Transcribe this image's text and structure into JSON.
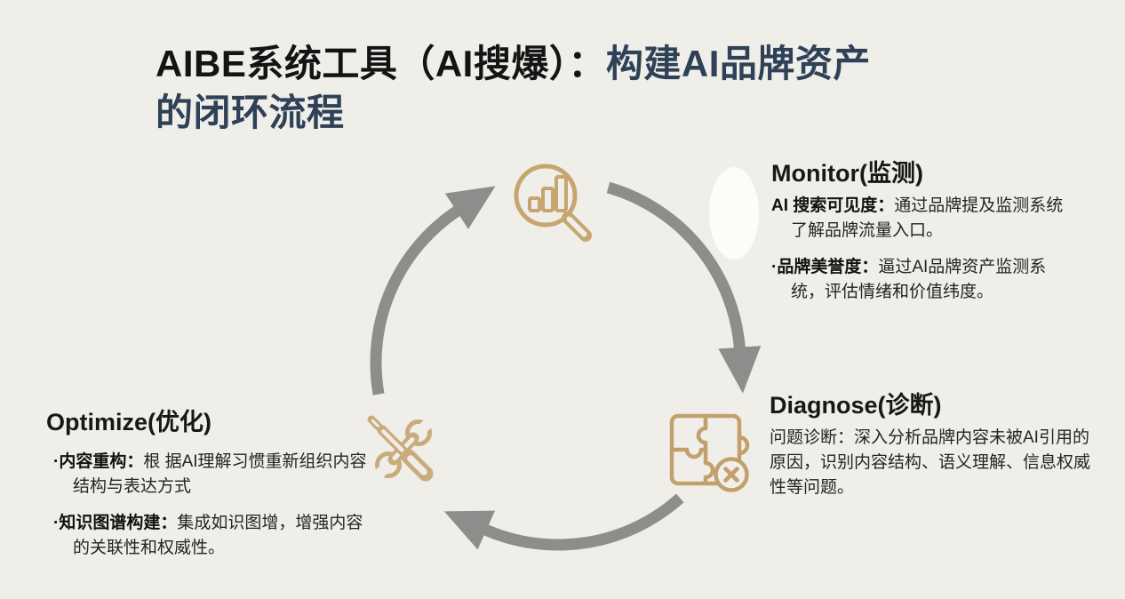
{
  "title": {
    "black_part": "AIBE系统工具（AI搜爆）：",
    "accent_part": "构建AI品牌资产",
    "line2": "的闭环流程",
    "accent_color": "#2E4157"
  },
  "diagram": {
    "arrow_color": "#8D8D8B",
    "icon_color": "#C7A571",
    "stages": [
      {
        "id": "monitor",
        "icon": "chart-magnifier-icon"
      },
      {
        "id": "diagnose",
        "icon": "puzzle-error-icon"
      },
      {
        "id": "optimize",
        "icon": "tools-icon"
      }
    ]
  },
  "monitor": {
    "heading": "Monitor(监测)",
    "item1": {
      "label": "AI 搜索可见度：",
      "line1": "通过品牌提及监测系统",
      "line2": "了解品牌流量入口。"
    },
    "item2": {
      "label": "·品牌美誉度：",
      "line1": "逼过AI品牌资产监测系",
      "line2": "统，评估情绪和价值纬度。"
    }
  },
  "diagnose": {
    "heading": "Diagnose(诊断)",
    "body": "问题诊断：深入分析品牌内容未被AI引用的原因，识别内容结构、语义理解、信息权威性等问题。"
  },
  "optimize": {
    "heading": "Optimize(优化)",
    "item1": {
      "label": "·内容重构：",
      "line1": "根 据AI理解习惯重新组织内容",
      "line2": "结构与表达方式"
    },
    "item2": {
      "label": "·知识图谱构建：",
      "line1": "集成如识图增，增强内容",
      "line2": "的关联性和权威性。"
    }
  }
}
